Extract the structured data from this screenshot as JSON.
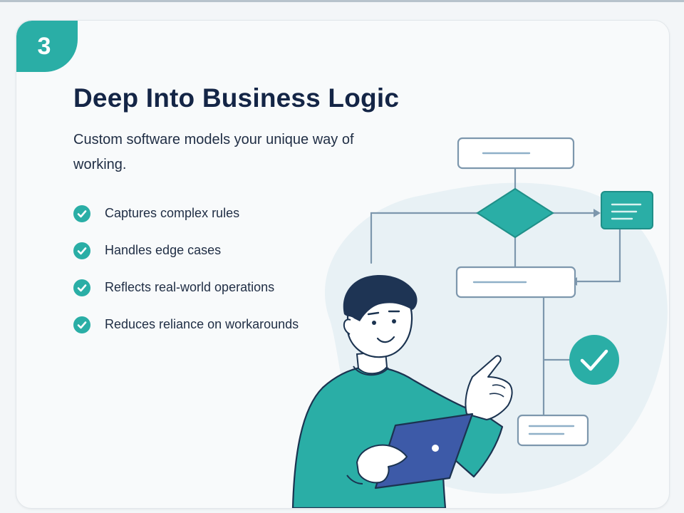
{
  "slide": {
    "step_number": "3",
    "title": "Deep Into Business Logic",
    "subtitle": "Custom software models your unique way of working.",
    "features": [
      {
        "label": "Captures complex rules"
      },
      {
        "label": "Handles edge cases"
      },
      {
        "label": "Reflects real-world operations"
      },
      {
        "label": "Reduces reliance on workarounds"
      }
    ]
  },
  "colors": {
    "accent": "#2aaea6",
    "title_text": "#142546",
    "body_text": "#1f2d44",
    "flowchart_line": "#7d97ad",
    "tablet": "#3d5aa8"
  },
  "icons": {
    "feature_bullet": "check-circle-icon",
    "flow_success": "check-circle-icon"
  }
}
